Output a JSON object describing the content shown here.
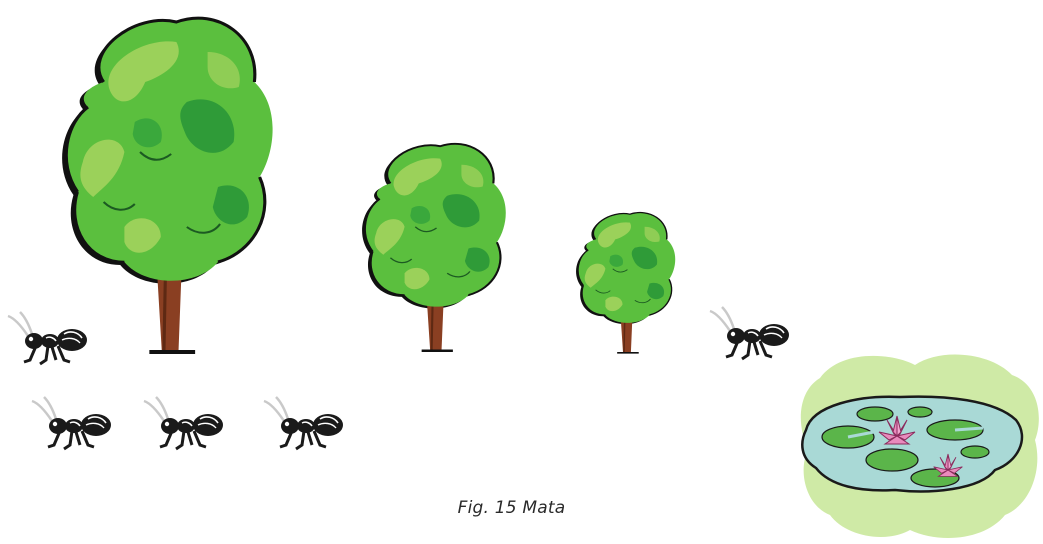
{
  "figure": {
    "caption": "Fig. 15 Mata",
    "icons": {
      "tree": "tree-icon",
      "ant": "ant-icon",
      "pond": "pond-icon",
      "flower": "lotus-flower-icon"
    },
    "colors": {
      "foliage_light": "#9bd15a",
      "foliage_mid": "#5bbf3e",
      "foliage_dark": "#2f9b38",
      "trunk": "#8a3f22",
      "ant": "#1a1a1a",
      "pond_grass": "#cfeaa6",
      "pond_water": "#a9d9d6",
      "lily_pad": "#5bb54a",
      "lotus": "#e98bbd"
    },
    "counts": {
      "trees": 3,
      "ants": 5,
      "lotus_flowers": 2
    }
  }
}
